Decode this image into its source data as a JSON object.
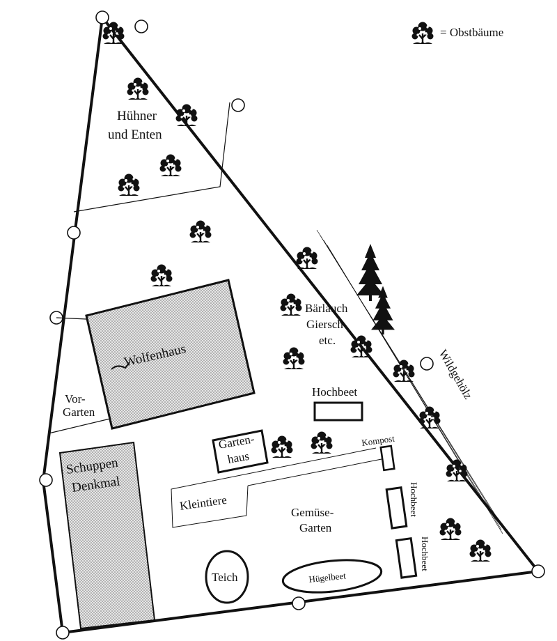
{
  "legend": {
    "icon": "fruit-tree-icon",
    "label": "= Obstbäume"
  },
  "areas": {
    "huehner_line1": "Hühner",
    "huehner_line2": "und Enten",
    "wolfenhaus": "Wolfenhaus",
    "vorgarten_line1": "Vor-",
    "vorgarten_line2": "Garten",
    "schuppen_line1": "Schuppen",
    "schuppen_line2": "Denkmal",
    "baerlauch_line1": "Bärlauch",
    "baerlauch_line2": "Giersch",
    "baerlauch_line3": "etc.",
    "wildgehoelz": "Wildgehölz",
    "hochbeet_top": "Hochbeet",
    "gartenhaus_line1": "Garten-",
    "gartenhaus_line2": "haus",
    "kompost": "Kompost",
    "kleintiere": "Kleintiere",
    "gemuese_line1": "Gemüse-",
    "gemuese_line2": "Garten",
    "hochbeet_right1": "Hochbeet",
    "hochbeet_right2": "Hochbeet",
    "teich": "Teich",
    "huegelbeet": "Hügelbeet"
  },
  "colors": {
    "line": "#111111",
    "background": "#ffffff",
    "hatch": "#d9d9d9"
  }
}
